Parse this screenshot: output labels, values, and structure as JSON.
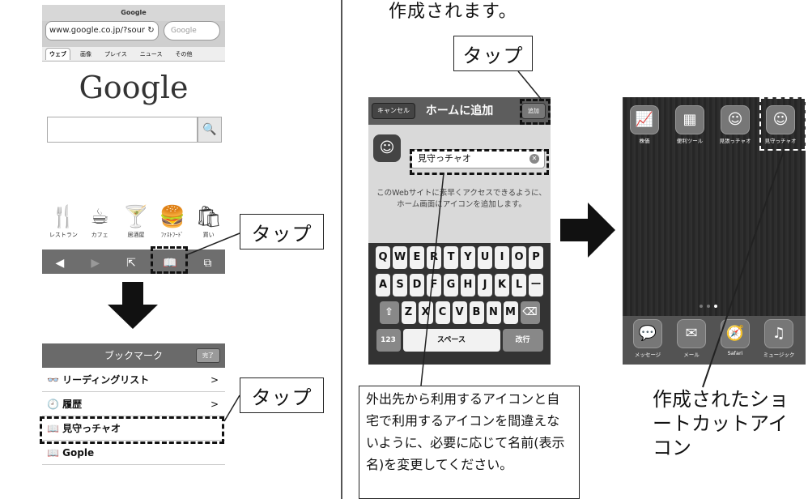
{
  "top_text": "作成されます。",
  "callouts": {
    "tap1": "タップ",
    "tap2": "タップ",
    "tap3": "タップ"
  },
  "left_phone": {
    "title": "Google",
    "url": "www.google.co.jp/?sour",
    "search_placeholder": "Google",
    "tabs": [
      "ウェブ",
      "画像",
      "プレイス",
      "ニュース",
      "その他"
    ],
    "logo": "Google",
    "categories": [
      {
        "icon": "🍴",
        "label": "レストラン"
      },
      {
        "icon": "☕",
        "label": "カフェ"
      },
      {
        "icon": "🍸",
        "label": "居酒屋"
      },
      {
        "icon": "🍔",
        "label": "ﾌｧｽﾄﾌｰﾄﾞ"
      },
      {
        "icon": "🛍",
        "label": "買い"
      }
    ],
    "toolbar": [
      "◀",
      "▶",
      "⇱",
      "📖",
      "⧉"
    ]
  },
  "bookmarks": {
    "title": "ブックマーク",
    "done": "完了",
    "items": [
      {
        "icon": "👓",
        "label": "リーディングリスト",
        "chevron": ">"
      },
      {
        "icon": "🕘",
        "label": "履歴",
        "chevron": ">"
      },
      {
        "icon": "📖",
        "label": "見守っチャオ",
        "chevron": ""
      },
      {
        "icon": "📖",
        "label": "Gople",
        "chevron": ""
      }
    ]
  },
  "add_home": {
    "cancel": "キャンセル",
    "title": "ホームに追加",
    "add": "追加",
    "name_value": "見守っチャオ",
    "description": "このWebサイトに素早くアクセスできるように、ホーム画面にアイコンを追加します。",
    "keyboard": {
      "row1": [
        "Q",
        "W",
        "E",
        "R",
        "T",
        "Y",
        "U",
        "I",
        "O",
        "P"
      ],
      "row2": [
        "A",
        "S",
        "D",
        "F",
        "G",
        "H",
        "J",
        "K",
        "L",
        "ー"
      ],
      "row3": [
        "⇧",
        "Z",
        "X",
        "C",
        "V",
        "B",
        "N",
        "M",
        "⌫"
      ],
      "num": "123",
      "space": "スペース",
      "enter": "改行"
    }
  },
  "home_screen": {
    "icons": [
      {
        "label": "株価",
        "glyph": "📈"
      },
      {
        "label": "便利ツール",
        "glyph": "▦"
      },
      {
        "label": "見張っチャオ",
        "glyph": "☺"
      },
      {
        "label": "見守っチャオ",
        "glyph": "☺"
      }
    ],
    "dock": [
      {
        "label": "メッセージ",
        "glyph": "💬"
      },
      {
        "label": "メール",
        "glyph": "✉"
      },
      {
        "label": "Safari",
        "glyph": "🧭"
      },
      {
        "label": "ミュージック",
        "glyph": "♫"
      }
    ]
  },
  "note_text": "外出先から利用するアイコンと自宅で利用するアイコンを間違えないように、必要に応じて名前(表示名)を変更してください。",
  "right_note": "作成されたショートカットアイコン"
}
